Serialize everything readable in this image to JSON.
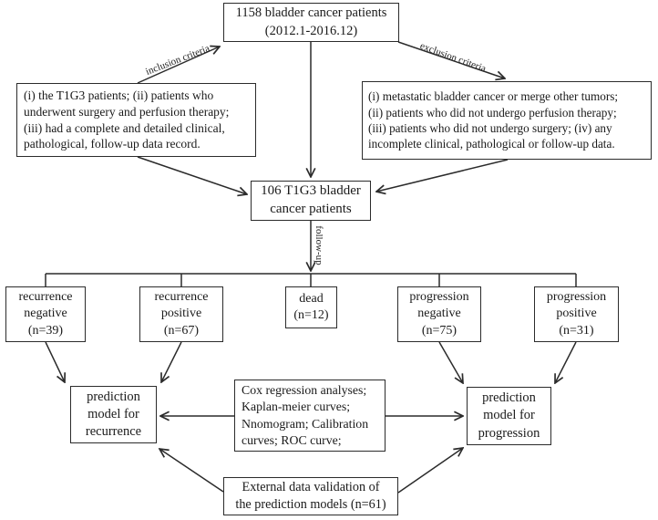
{
  "diagram": {
    "title": "Patient selection and prediction model flowchart",
    "colors": {
      "line": "#2b2b2b",
      "text": "#1a1a1a",
      "background": "#ffffff"
    },
    "nodes": {
      "total_patients": {
        "lines": [
          "1158 bladder cancer patients",
          "(2012.1-2016.12)"
        ]
      },
      "inclusion": {
        "lines": [
          "(i) the T1G3 patients; (ii) patients who",
          "underwent surgery and perfusion therapy;",
          "(iii) had a complete and detailed clinical,",
          "pathological, follow-up data record."
        ]
      },
      "exclusion": {
        "lines": [
          "(i) metastatic bladder cancer or merge other tumors;",
          "(ii) patients who did not undergo perfusion therapy;",
          "(iii) patients who did not undergo surgery; (iv) any",
          "incomplete clinical, pathological or follow-up data."
        ]
      },
      "cohort": {
        "lines": [
          "106 T1G3 bladder",
          "cancer patients"
        ]
      },
      "recurrence_negative": {
        "lines": [
          "recurrence",
          "negative",
          "(n=39)"
        ]
      },
      "recurrence_positive": {
        "lines": [
          "recurrence",
          "positive",
          "(n=67)"
        ]
      },
      "dead": {
        "lines": [
          "dead",
          "(n=12)"
        ]
      },
      "progression_negative": {
        "lines": [
          "progression",
          "negative",
          "(n=75)"
        ]
      },
      "progression_positive": {
        "lines": [
          "progression",
          "positive",
          "(n=31)"
        ]
      },
      "prediction_recurrence": {
        "lines": [
          "prediction",
          "model for",
          "recurrence"
        ]
      },
      "methods": {
        "lines": [
          "Cox regression analyses;",
          "Kaplan-meier curves;",
          "Nnomogram; Calibration",
          "curves; ROC curve;"
        ]
      },
      "prediction_progression": {
        "lines": [
          "prediction",
          "model for",
          "progression"
        ]
      },
      "external_validation": {
        "lines": [
          "External data validation of",
          "the prediction models (n=61)"
        ]
      }
    },
    "edge_labels": {
      "inclusion": "inclusion criteria",
      "exclusion": "exclusion criteria",
      "follow_up": "follow-up"
    }
  }
}
